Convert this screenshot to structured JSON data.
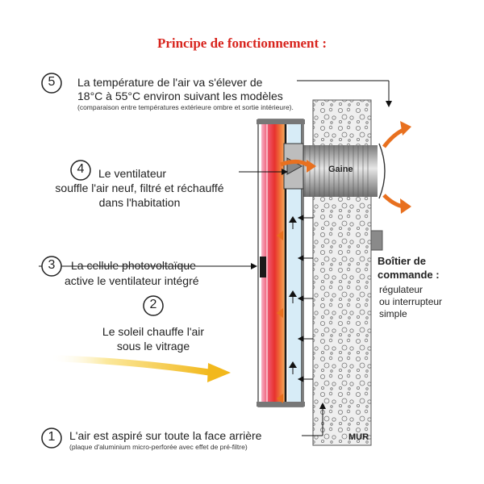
{
  "title": "Principe de fonctionnement :",
  "steps": [
    {
      "number": "5",
      "line1": "La température de l'air va s'élever de",
      "line2": "18°C à 55°C environ suivant les modèles",
      "note": "(comparaison entre températures extérieure ombre et sortie intérieure)."
    },
    {
      "number": "4",
      "line1": "Le ventilateur",
      "line2": "souffle l'air neuf, filtré et réchauffé",
      "line3": "dans l'habitation"
    },
    {
      "number": "3",
      "line1": "La cellule photovoltaïque",
      "line2": "active le ventilateur intégré"
    },
    {
      "number": "2",
      "line1": "Le soleil chauffe l'air",
      "line2": "sous le vitrage"
    },
    {
      "number": "1",
      "line1": "L'air est aspiré sur toute la face arrière",
      "note": "(plaque d'aluminium micro-perforée avec effet de pré-filtre)"
    }
  ],
  "labels": {
    "gaine": "Gaine",
    "boitier_title_1": "Boîtier de",
    "boitier_title_2": "commande :",
    "boitier_desc_1": "régulateur",
    "boitier_desc_2": "ou interrupteur",
    "boitier_desc_3": "simple",
    "mur": "MUR"
  },
  "colors": {
    "title": "#d8241d",
    "hot_arrow": "#e8701f",
    "sun_arrow": "#f2c21c",
    "wall": "#ececec"
  }
}
